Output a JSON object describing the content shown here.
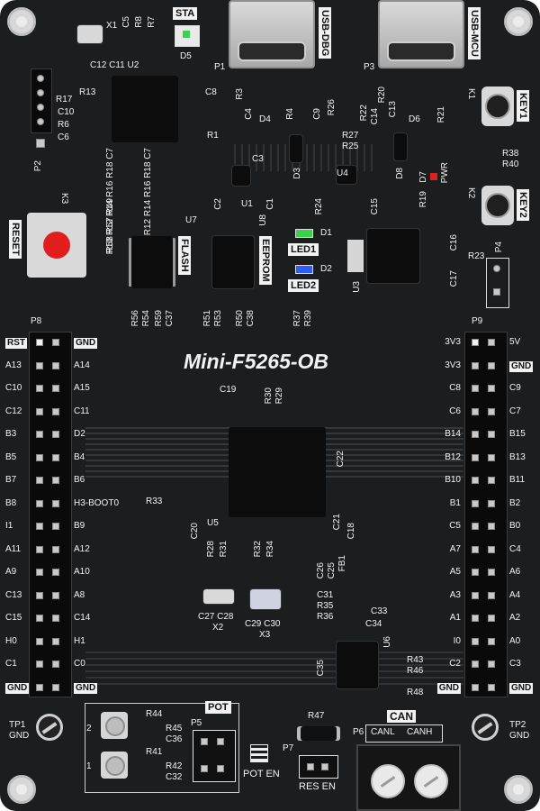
{
  "board_name": "Mini-F5265-OB",
  "labels": {
    "sta": "STA",
    "usb_dbg": "USB-DBG",
    "usb_mcu": "USB-MCU",
    "key1": "KEY1",
    "key2": "KEY2",
    "pwr": "PWR",
    "reset": "RESET",
    "flash": "FLASH",
    "eeprom": "EEPROM",
    "led1": "LED1",
    "led2": "LED2",
    "pot": "POT",
    "pot_en": "POT EN",
    "res_en": "RES EN",
    "can": "CAN",
    "canl": "CANL",
    "canh": "CANH",
    "tp1": "TP1",
    "tp2": "TP2",
    "gnd": "GND"
  },
  "refdes": {
    "x1": "X1",
    "c12c11u2": "C12 C11 U2",
    "c5": "C5",
    "r8": "R8",
    "r7": "R7",
    "d5": "D5",
    "p1": "P1",
    "p3": "P3",
    "k1": "K1",
    "k2": "K2",
    "k3": "K3",
    "r13": "R13",
    "r17": "R17",
    "c10": "C10",
    "r6": "R6",
    "c6": "C6",
    "p2": "P2",
    "c8": "C8",
    "r1": "R1",
    "r3": "R3",
    "c4": "C4",
    "d4": "D4",
    "r4": "R4",
    "c9": "C9",
    "r26": "R26",
    "r20": "R20",
    "c13": "C13",
    "r22": "R22",
    "c14": "C14",
    "r21": "R21",
    "d6": "D6",
    "r27": "R27",
    "r25": "R25",
    "c3": "C3",
    "d3": "D3",
    "d8": "D8",
    "r38": "R38",
    "r40": "R40",
    "d7": "D7",
    "r19": "R19",
    "row_r": "R10 R12 R14 R16 R18 C7",
    "row_r2": "R58 R57 R49",
    "u7": "U7",
    "u1": "U1",
    "c2": "C2",
    "c1": "C1",
    "u4": "U4",
    "r24": "R24",
    "c15": "C15",
    "u8": "U8",
    "d1": "D1",
    "d2": "D2",
    "c16": "C16",
    "p4": "P4",
    "r23": "R23",
    "u3": "U3",
    "c17": "C17",
    "r56": "R56",
    "r54": "R54",
    "r59": "R59",
    "c37": "C37",
    "r51": "R51",
    "r53": "R53",
    "r50": "R50",
    "c38": "C38",
    "r37": "R37",
    "r39": "R39",
    "p8": "P8",
    "p9": "P9",
    "c19": "C19",
    "r29": "R29",
    "r30": "R30",
    "c22": "C22",
    "r33": "R33",
    "u5": "U5",
    "c20": "C20",
    "c21": "C21",
    "c18": "C18",
    "r28": "R28",
    "r31": "R31",
    "r32": "R32",
    "r34": "R34",
    "c26": "C26",
    "c25": "C25",
    "fb1": "FB1",
    "c31": "C31",
    "r35": "R35",
    "r36": "R36",
    "c27c28": "C27 C28",
    "x2": "X2",
    "c29c30": "C29 C30",
    "x3": "X3",
    "c33": "C33",
    "c34": "C34",
    "u6": "U6",
    "c35": "C35",
    "r43": "R43",
    "r46": "R46",
    "r48": "R48",
    "r47": "R47",
    "p5": "P5",
    "p6": "P6",
    "p7": "P7",
    "r44": "R44",
    "r45": "R45",
    "c36": "C36",
    "r41": "R41",
    "r42": "R42",
    "c32": "C32",
    "pot2": "2",
    "pot1": "1"
  },
  "header_left": {
    "left": [
      "RST",
      "A13",
      "C10",
      "C12",
      "B3",
      "B5",
      "B7",
      "B8",
      "I1",
      "A11",
      "A9",
      "C13",
      "C15",
      "H0",
      "C1",
      "GND"
    ],
    "right": [
      "GND",
      "A14",
      "A15",
      "C11",
      "D2",
      "B4",
      "B6",
      "H3-BOOT0",
      "B9",
      "A12",
      "A10",
      "A8",
      "C14",
      "H1",
      "C0",
      "GND"
    ]
  },
  "header_right": {
    "left": [
      "3V3",
      "3V3",
      "C8",
      "C6",
      "B14",
      "B12",
      "B10",
      "B1",
      "C5",
      "A7",
      "A5",
      "A3",
      "A1",
      "I0",
      "C2",
      "GND"
    ],
    "right": [
      "5V",
      "GND",
      "C9",
      "C7",
      "B15",
      "B13",
      "B11",
      "B2",
      "B0",
      "C4",
      "A6",
      "A4",
      "A2",
      "A0",
      "C3",
      "GND"
    ]
  },
  "colors": {
    "pcb": "#1c1d1f",
    "silkscreen": "#f2f2f2",
    "reset_cap": "#e21d1d",
    "led_green": "#3bd24a",
    "led_blue": "#2f5cff",
    "led_red": "#e12020"
  }
}
